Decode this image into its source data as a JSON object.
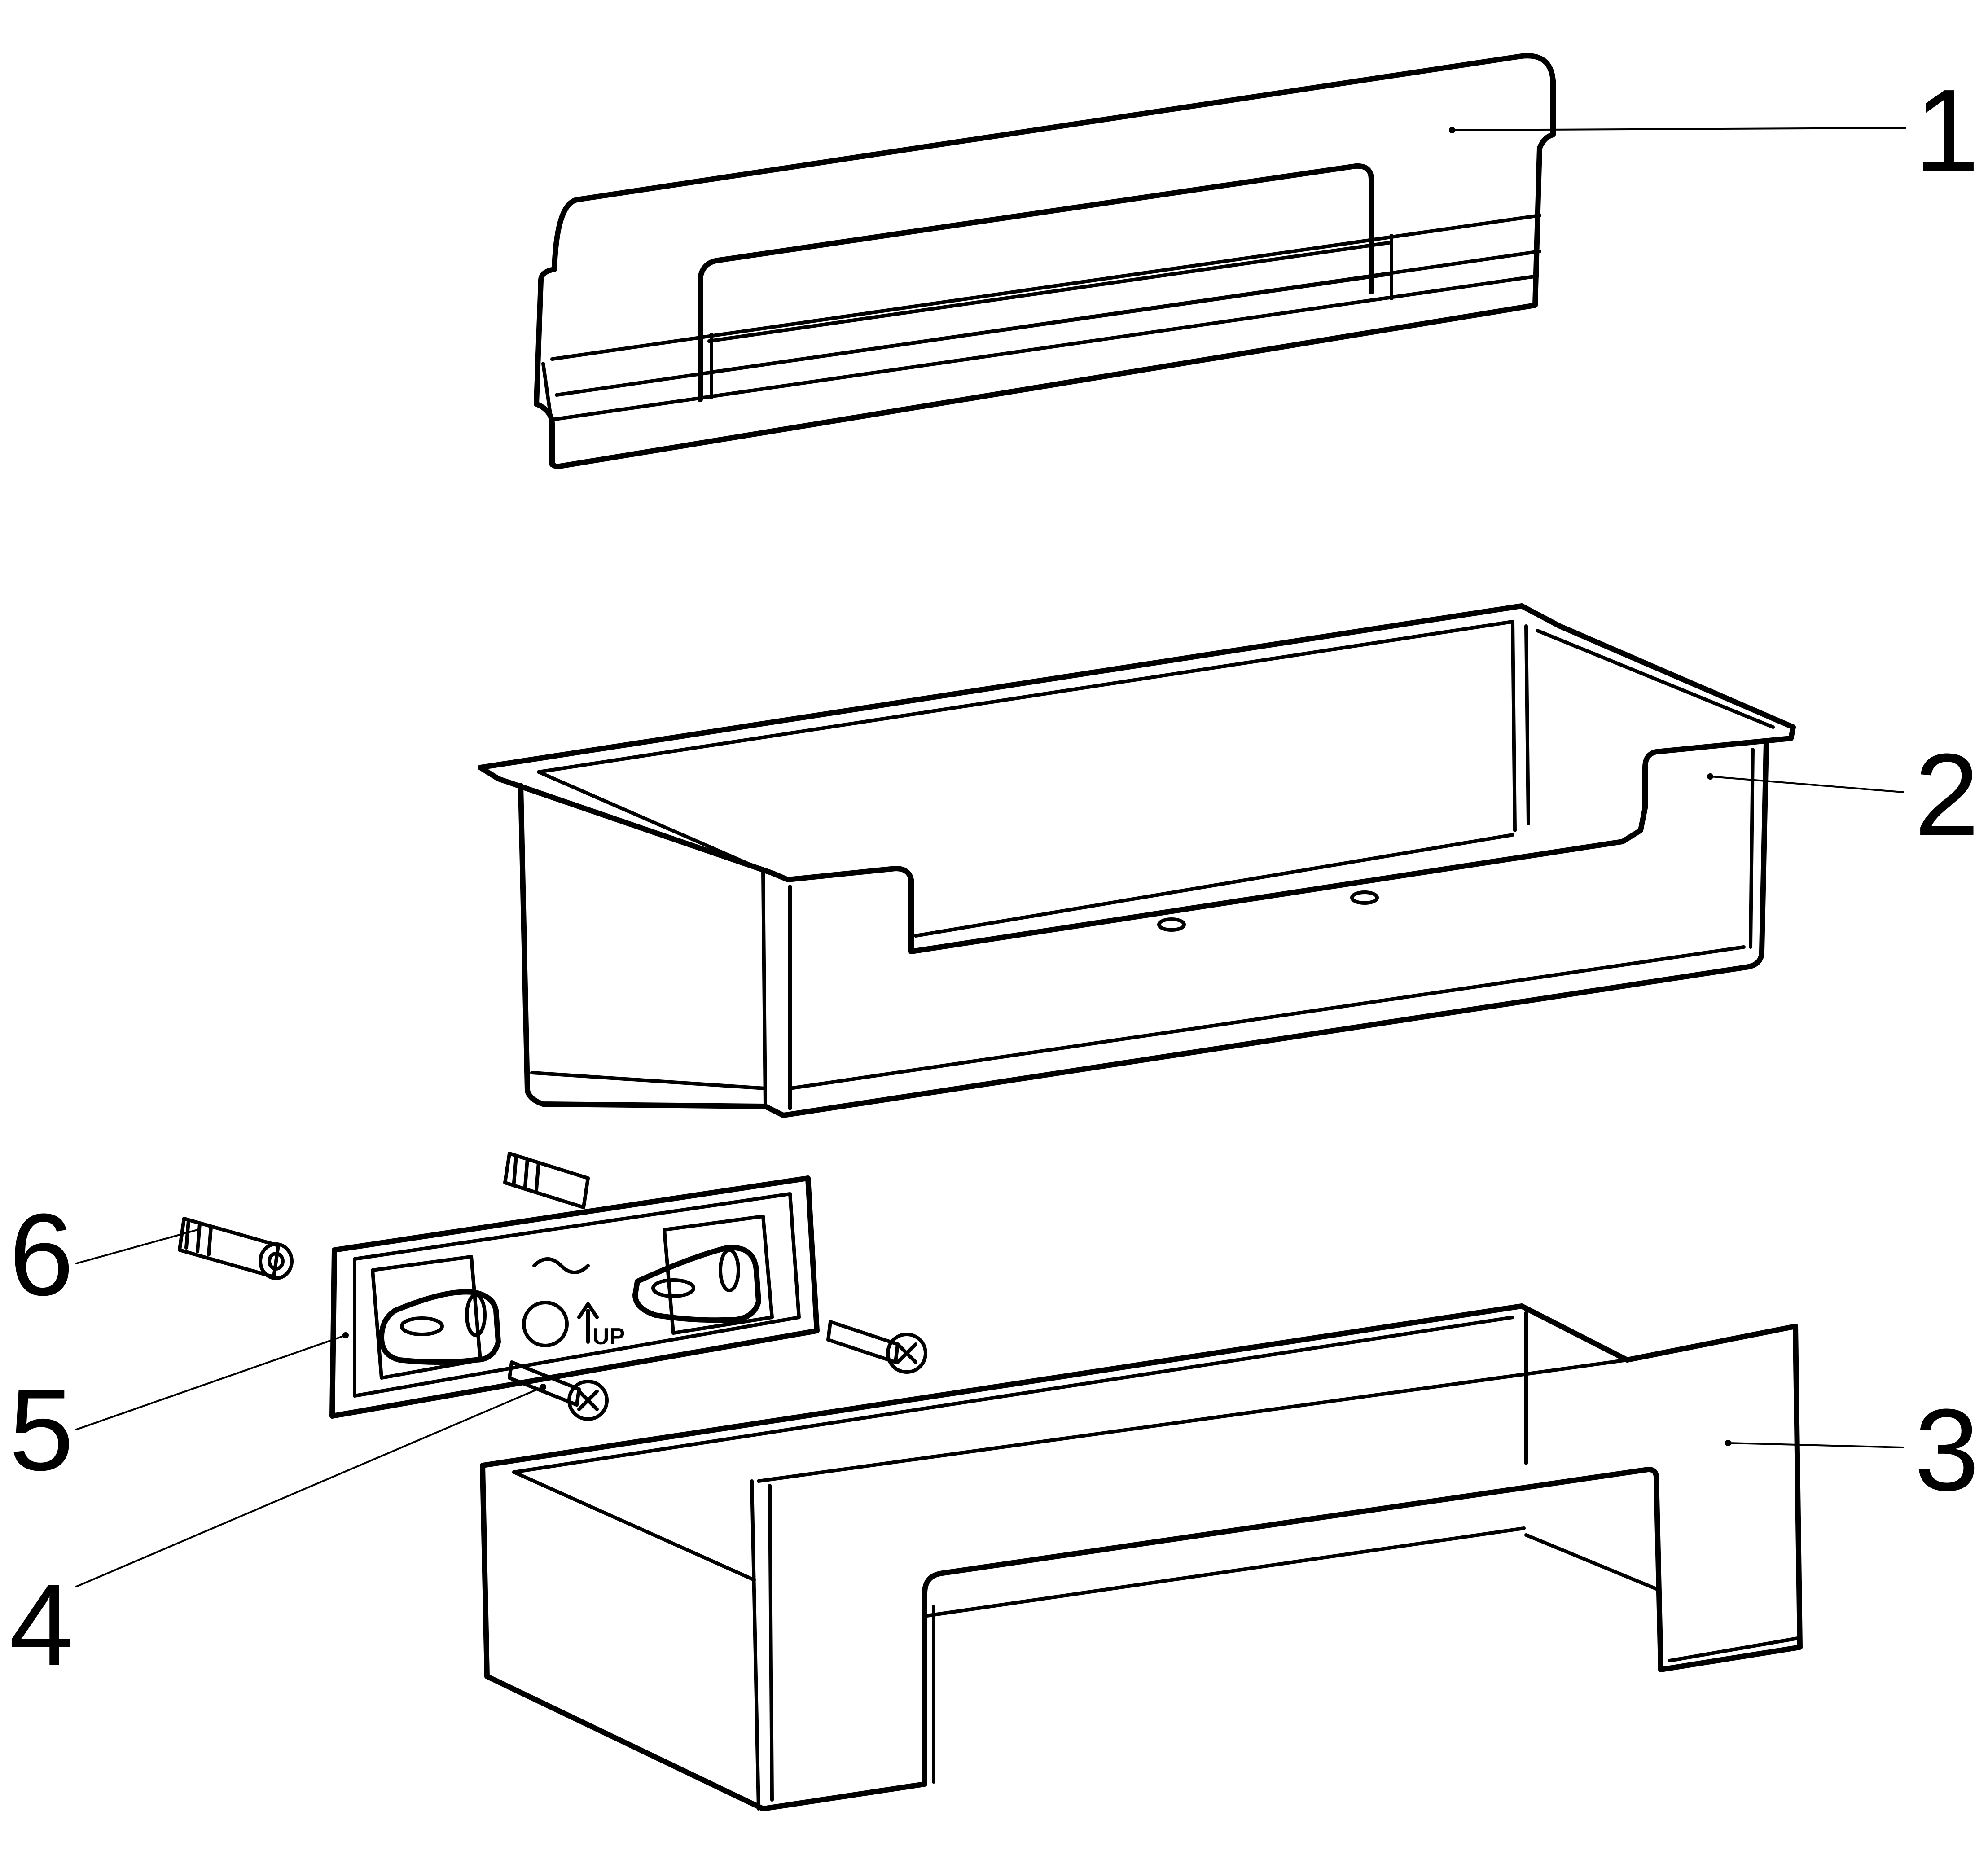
{
  "callouts": [
    {
      "id": "1",
      "number": "1"
    },
    {
      "id": "2",
      "number": "2"
    },
    {
      "id": "3",
      "number": "3"
    },
    {
      "id": "4",
      "number": "4"
    },
    {
      "id": "5",
      "number": "5"
    },
    {
      "id": "6",
      "number": "6"
    }
  ],
  "bracket_marking": {
    "up_label": "UP"
  },
  "colors": {
    "stroke": "#000000",
    "background": "#ffffff"
  }
}
